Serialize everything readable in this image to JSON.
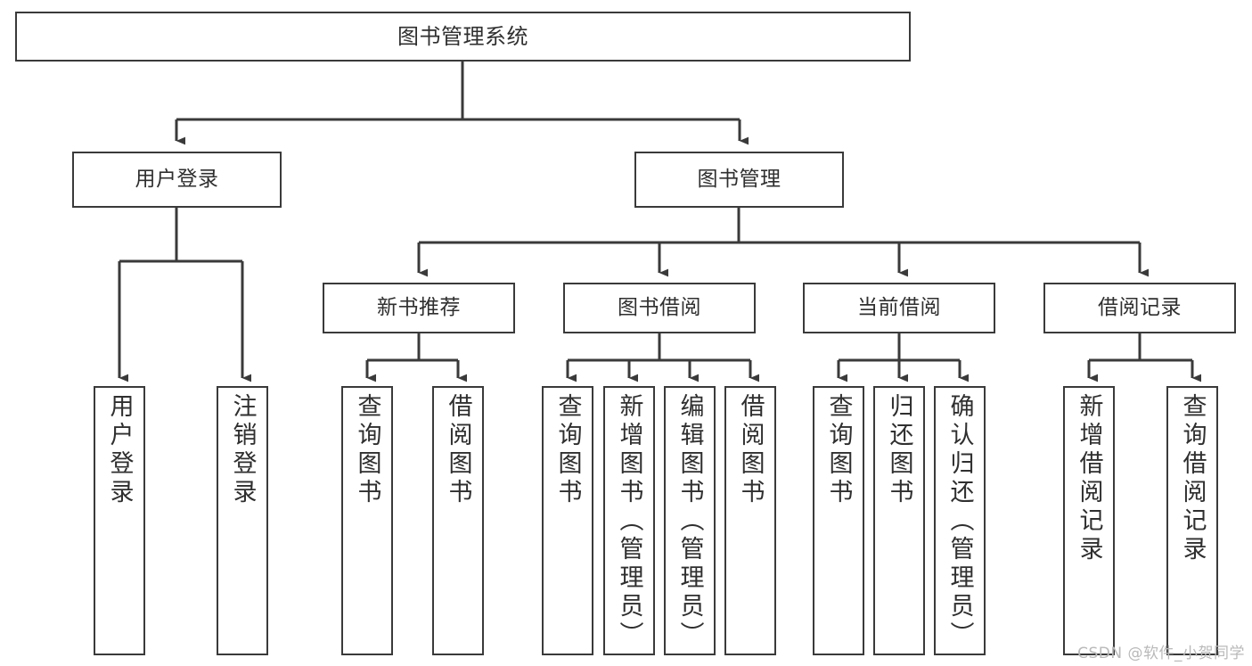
{
  "diagram": {
    "type": "tree-hierarchy",
    "title": "图书管理系统",
    "orientation": "top-down",
    "colors": {
      "box_border": "#3a3a3a",
      "box_fill": "#ffffff",
      "connector": "#3a3a3a",
      "text": "#2f2f2f",
      "watermark": "#b9b9b9",
      "background": "#ffffff"
    },
    "levels": {
      "level1": [
        "图书管理系统"
      ],
      "level2": [
        "用户登录",
        "图书管理"
      ],
      "level3": [
        "新书推荐",
        "图书借阅",
        "当前借阅",
        "借阅记录"
      ],
      "level4": [
        "用户登录",
        "注销登录",
        "查询图书",
        "借阅图书",
        "查询图书",
        "新增图书（管理员）",
        "编辑图书（管理员）",
        "借阅图书",
        "查询图书",
        "归还图书",
        "确认归还（管理员）",
        "新增借阅记录",
        "查询借阅记录"
      ]
    }
  },
  "root": {
    "label": "图书管理系统"
  },
  "branches": {
    "user_login": {
      "label": "用户登录"
    },
    "book_manage": {
      "label": "图书管理"
    }
  },
  "groups": {
    "new_book": {
      "label": "新书推荐"
    },
    "borrow_book": {
      "label": "图书借阅"
    },
    "current_borrow": {
      "label": "当前借阅"
    },
    "borrow_record": {
      "label": "借阅记录"
    }
  },
  "leaves": {
    "user_login_1": {
      "label": "用户登录"
    },
    "user_login_2": {
      "label": "注销登录"
    },
    "new_book_1": {
      "label": "查询图书"
    },
    "new_book_2": {
      "label": "借阅图书"
    },
    "borrow_book_1": {
      "label": "查询图书"
    },
    "borrow_book_2": {
      "label": "新增图书（管理员）"
    },
    "borrow_book_3": {
      "label": "编辑图书（管理员）"
    },
    "borrow_book_4": {
      "label": "借阅图书"
    },
    "current_borrow_1": {
      "label": "查询图书"
    },
    "current_borrow_2": {
      "label": "归还图书"
    },
    "current_borrow_3": {
      "label": "确认归还（管理员）"
    },
    "borrow_record_1": {
      "label": "新增借阅记录"
    },
    "borrow_record_2": {
      "label": "查询借阅记录"
    }
  },
  "watermark": {
    "text": "CSDN @软件_小贺同学"
  }
}
